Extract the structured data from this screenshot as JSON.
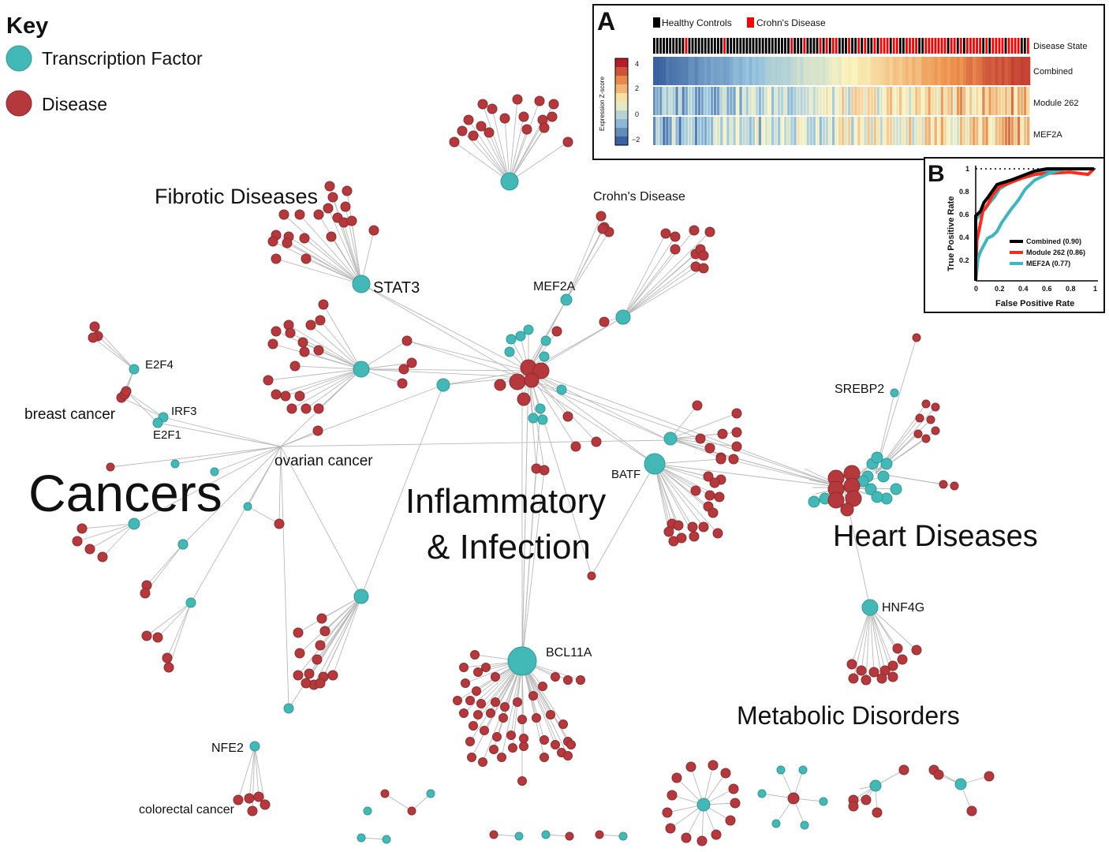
{
  "key": {
    "title": "Key",
    "items": [
      {
        "label": "Transcription Factor",
        "color": "#43b9b7"
      },
      {
        "label": "Disease",
        "color": "#b5393c"
      }
    ]
  },
  "group_labels": {
    "cancers": "Cancers",
    "inflammatory_line1": "Inflammatory",
    "inflammatory_line2": "& Infection",
    "heart": "Heart Diseases",
    "fibrotic": "Fibrotic Diseases",
    "metabolic": "Metabolic Disorders"
  },
  "node_labels": {
    "stat3": "STAT3",
    "mef2a": "MEF2A",
    "crohns": "Crohn's Disease",
    "e2f4": "E2F4",
    "irf3": "IRF3",
    "e2f1": "E2F1",
    "breast_cancer": "breast cancer",
    "ovarian_cancer": "ovarian cancer",
    "batf": "BATF",
    "srebp2": "SREBP2",
    "hnf4g": "HNF4G",
    "bcl11a": "BCL11A",
    "nfe2": "NFE2",
    "colorectal_cancer": "colorectal cancer"
  },
  "panel_a": {
    "letter": "A",
    "legend": [
      {
        "label": "Healthy Controls",
        "color": "#000000"
      },
      {
        "label": "Crohn's Disease",
        "color": "#ff0000"
      }
    ],
    "row_labels": [
      "Disease State",
      "Combined",
      "Module 262",
      "MEF2A"
    ],
    "colorbar_title": "Expression Z-score",
    "colorbar_ticks": [
      "4",
      "2",
      "0",
      "−2"
    ]
  },
  "panel_b": {
    "letter": "B",
    "xlabel": "False Positive Rate",
    "ylabel": "True Positive Rate",
    "xticks": [
      "0",
      "0.2",
      "0.4",
      "0.6",
      "0.8",
      "1"
    ],
    "yticks": [
      "1",
      "0.8",
      "0.6",
      "0.4",
      "0.2"
    ],
    "legend": [
      {
        "label": "Combined (0.90)",
        "color": "#000000"
      },
      {
        "label": "Module 262 (0.86)",
        "color": "#ff2a1a"
      },
      {
        "label": "MEF2A (0.77)",
        "color": "#3cb6c0"
      }
    ]
  }
}
